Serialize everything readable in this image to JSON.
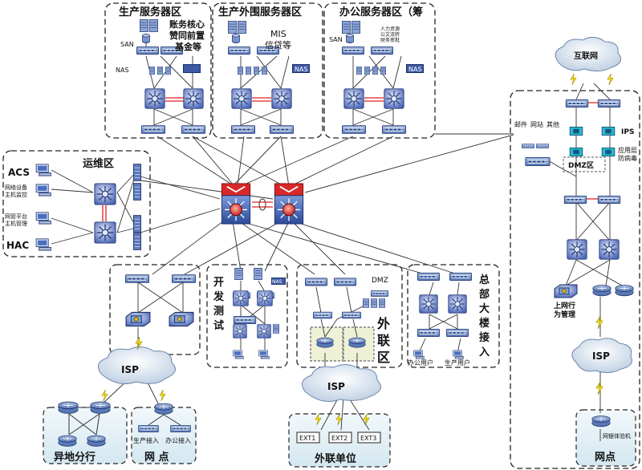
{
  "zones": {
    "prod_server": "生产服务器区",
    "prod_periph": "生产外围服务器区",
    "office_server": "办公服务器区（筹",
    "ops": "运维区",
    "dev_test": "开发测试区",
    "ext_link": "外联区",
    "hq_access": "总部大楼接入",
    "branch": "异地分行",
    "outlet_left": "网  点",
    "ext_unit": "外联单位",
    "outlet_right": "网点"
  },
  "labels": {
    "san": "SAN",
    "nas": "NAS",
    "prod_apps": [
      "账务核心",
      "赞同前置",
      "基金等"
    ],
    "mis": [
      "MIS",
      "信贷等"
    ],
    "office_apps": [
      "人力资源",
      "公文流转",
      "财务审批"
    ],
    "acs": "ACS",
    "hac": "HAC",
    "net_monitor": [
      "网络设备",
      "主机监控"
    ],
    "net_mgmt": [
      "网管平台",
      "主机管理"
    ],
    "dmz": "DMZ",
    "dmz_zone": "DMZ区",
    "isp": "ISP",
    "internet": "互联网",
    "mail": "邮件",
    "website": "网站",
    "other": "其他",
    "ips": "IPS",
    "antivirus": [
      "应用层",
      "防病毒"
    ],
    "behavior_mgmt": [
      "上网行",
      "为管理"
    ],
    "office_user": "办公用户",
    "prod_user": "生产用户",
    "prod_access": "生产接入",
    "office_access": "办公接入",
    "ext1": "EXT1",
    "ext2": "EXT2",
    "ext3": "EXT3",
    "outlet_pc": "网银体验机"
  }
}
